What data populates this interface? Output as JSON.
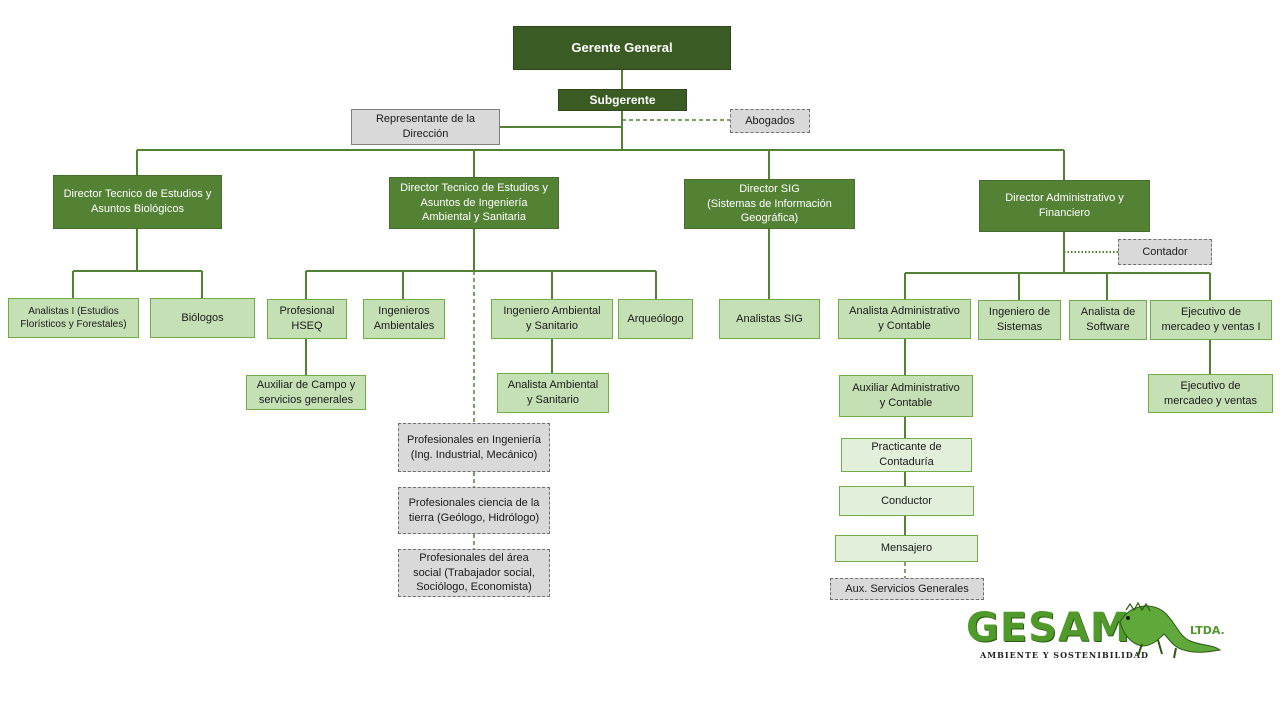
{
  "org": {
    "gerente": "Gerente General",
    "subgerente": "Subgerente",
    "representante": "Representante de la\nDirección",
    "abogados": "Abogados",
    "dir_biologicos": "Director Tecnico de Estudios y\nAsuntos Biológicos",
    "dir_ingenieria": "Director Tecnico de Estudios y\nAsuntos de Ingeniería\nAmbiental y Sanitaria",
    "dir_sig": "Director SIG\n(Sistemas de Información\nGeográfica)",
    "dir_admin": "Director Administrativo y\nFinanciero",
    "contador": "Contador",
    "analistas_estudios": "Analistas I (Estudios\nFlorísticos y Forestales)",
    "biologos": "Biólogos",
    "profesional_hseq": "Profesional\nHSEQ",
    "ingenieros_ambientales": "Ingenieros\nAmbientales",
    "ingeniero_ambiental_sanitario": "Ingeniero Ambiental\ny Sanitario",
    "arqueologo": "Arqueólogo",
    "analistas_sig": "Analistas SIG",
    "analista_admin_contable": "Analista Administrativo\ny Contable",
    "ingeniero_sistemas": "Ingeniero de\nSistemas",
    "analista_software": "Analista de\nSoftware",
    "ejecutivo_mercadeo_1": "Ejecutivo de\nmercadeo y ventas I",
    "auxiliar_campo": "Auxiliar de Campo y\nservicios generales",
    "analista_ambiental_sanitario": "Analista Ambiental\ny Sanitario",
    "auxiliar_admin_contable": "Auxiliar Administrativo\ny Contable",
    "ejecutivo_mercadeo": "Ejecutivo de\nmercadeo y ventas",
    "prof_ingenieria": "Profesionales en Ingeniería\n(Ing. Industrial, Mecánico)",
    "prof_ciencia_tierra": "Profesionales ciencia de la\ntierra (Geólogo, Hidrólogo)",
    "prof_area_social": "Profesionales del área\nsocial (Trabajador social,\nSociólogo, Economista)",
    "practicante_contaduria": "Practicante de\nContaduría",
    "conductor": "Conductor",
    "mensajero": "Mensajero",
    "aux_servicios_generales": "Aux. Servicios Generales"
  },
  "logo": {
    "name": "GESAMB",
    "suffix": "LTDA.",
    "tagline": "AMBIENTE Y SOSTENIBILIDAD",
    "icon": "iguana-icon"
  },
  "colors": {
    "dark_green": "#3a5c24",
    "green": "#548235",
    "light_green": "#c5e0b4",
    "pale_green": "#e2efda",
    "gray": "#d9d9d9",
    "line": "#548235"
  }
}
